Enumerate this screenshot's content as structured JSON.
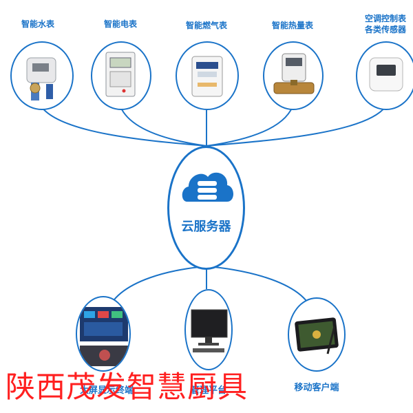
{
  "top_devices": [
    {
      "label": "智能水表",
      "icon": "water-meter-icon"
    },
    {
      "label": "智能电表",
      "icon": "electric-meter-icon"
    },
    {
      "label": "智能燃气表",
      "icon": "gas-meter-icon"
    },
    {
      "label": "智能热量表",
      "icon": "heat-meter-icon"
    },
    {
      "label": "空调控制表",
      "label2": "各类传感器",
      "icon": "thermostat-sensor-icon"
    }
  ],
  "center": {
    "label": "云服务器",
    "icon": "cloud-server-icon"
  },
  "bottom_devices": [
    {
      "label": "大屏显示终端",
      "icon": "display-screen-icon"
    },
    {
      "label": "管理平台",
      "icon": "computer-icon"
    },
    {
      "label": "移动客户端",
      "icon": "tablet-icon"
    }
  ],
  "watermark": "陕西茂发智慧厨具",
  "colors": {
    "accent": "#1a73c8",
    "watermark": "#ff2020"
  }
}
